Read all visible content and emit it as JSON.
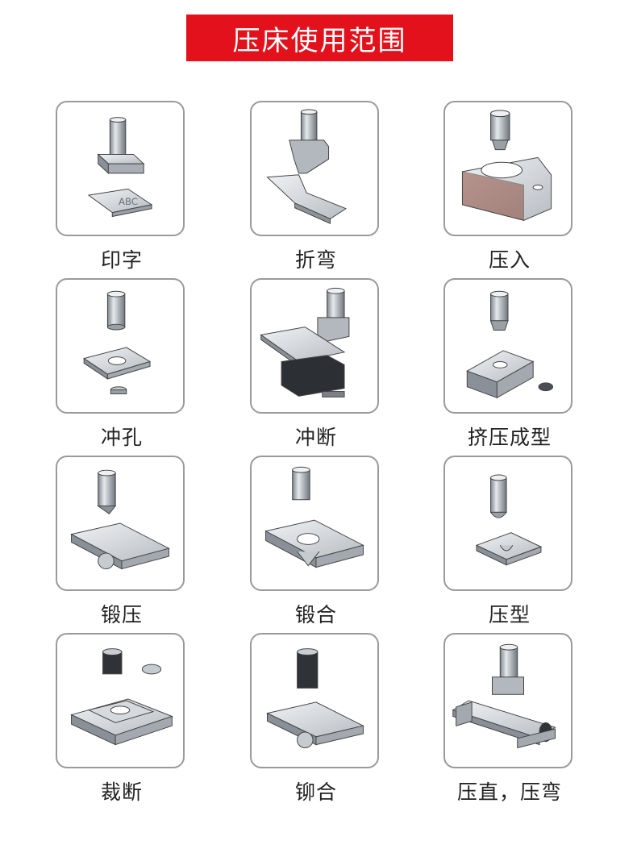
{
  "title": "压床使用范围",
  "items": [
    {
      "label": "印字",
      "icon": "stamping-icon"
    },
    {
      "label": "折弯",
      "icon": "bending-icon"
    },
    {
      "label": "压入",
      "icon": "press-fit-icon"
    },
    {
      "label": "冲孔",
      "icon": "punching-icon"
    },
    {
      "label": "冲断",
      "icon": "cutting-icon"
    },
    {
      "label": "挤压成型",
      "icon": "extrusion-icon"
    },
    {
      "label": "锻压",
      "icon": "forging-icon"
    },
    {
      "label": "锻合",
      "icon": "forge-joining-icon"
    },
    {
      "label": "压型",
      "icon": "press-forming-icon"
    },
    {
      "label": "裁断",
      "icon": "blanking-icon"
    },
    {
      "label": "铆合",
      "icon": "riveting-icon"
    },
    {
      "label": "压直，压弯",
      "icon": "straightening-icon"
    }
  ],
  "colors": {
    "banner": "#e3111c",
    "border": "#9a9a9a",
    "metal": "#b9bec4"
  }
}
